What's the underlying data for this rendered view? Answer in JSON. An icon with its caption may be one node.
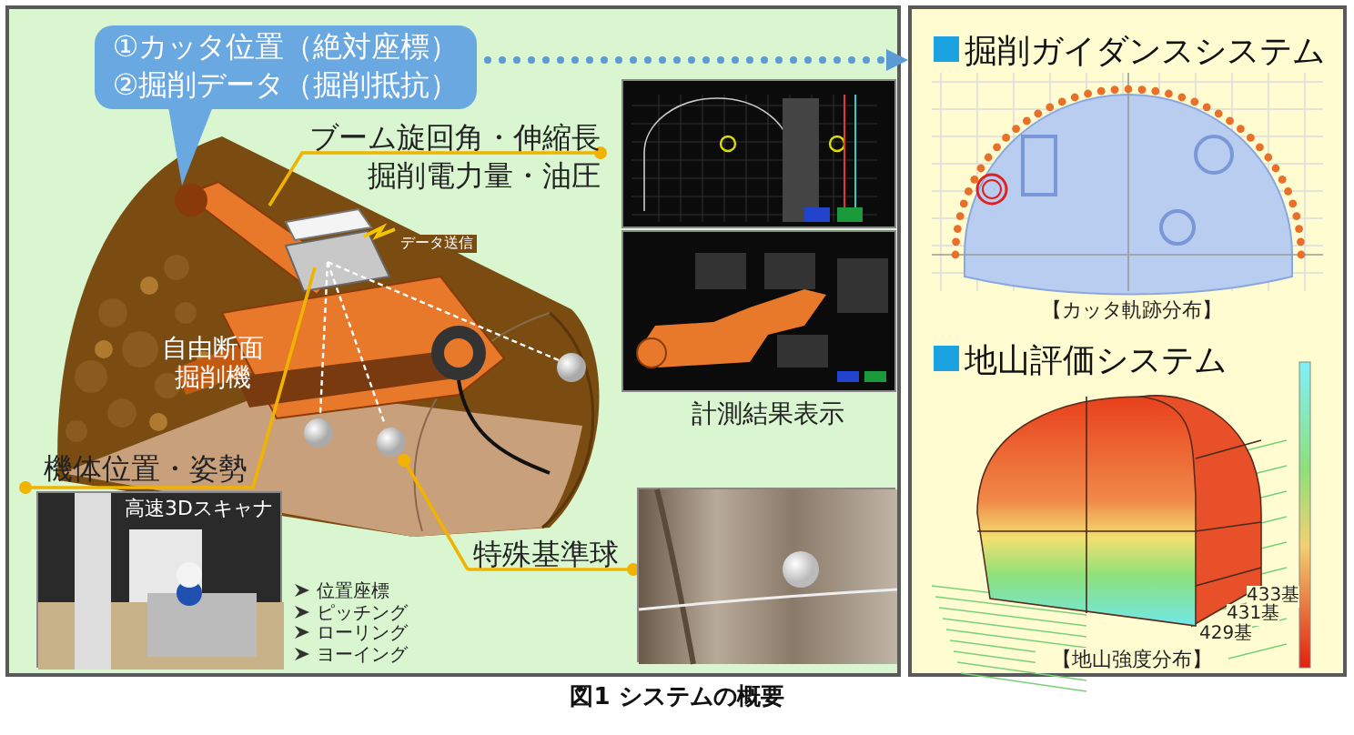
{
  "diagram": {
    "caption": "図1 システムの概要",
    "nodes": [
      {
        "text": [],
        "shape": "box"
      },
      {
        "text": [
          "①カッタ位置（絶対座標）",
          "②掘削データ（掘削抵抗）"
        ],
        "in": 0
      },
      {
        "text": [],
        "shape": "picture",
        "in": 0
      },
      {
        "text": [
          "ブーム旋回角・伸縮長",
          "掘削電力量・油圧"
        ],
        "in": 0
      },
      {
        "text": [],
        "shape": "picture",
        "beside": [
          "計測結果表示"
        ],
        "in": 0
      },
      {
        "text": [
          "機体位置・姿勢"
        ],
        "in": 0
      },
      {
        "text": [
          "高速3Dスキャナ"
        ],
        "beside": [
          "位置座標",
          "ピッチング",
          "ローリング",
          "ヨーイング"
        ],
        "in": 0
      },
      {
        "text": [
          "特殊基準球"
        ],
        "in": 0
      },
      {
        "text": [],
        "shape": "picture",
        "in": 0
      },
      {
        "text": [],
        "shape": "box"
      },
      {
        "text": [
          "掘削ガイダンスシステム",
          "【カッタ軌跡分布】"
        ],
        "in": 9
      },
      {
        "text": [
          "地山評価システム",
          "433基",
          "431基",
          "429基",
          "【地山強度分布】"
        ],
        "in": 9
      }
    ],
    "edges": [
      {
        "from": 1,
        "to": 9,
        "arrow": "to",
        "style": "dashed",
        "color": "#5b9bd5"
      },
      {
        "from": 3,
        "to": 2,
        "arrow": "other"
      },
      {
        "from": 5,
        "to": 2,
        "arrow": "other"
      },
      {
        "from": 2,
        "to": 7,
        "arrow": "other"
      },
      {
        "from": 8,
        "to": 7,
        "arrow": "other"
      }
    ],
    "labels": [
      "データ送信",
      "自由断面掘削機"
    ]
  }
}
